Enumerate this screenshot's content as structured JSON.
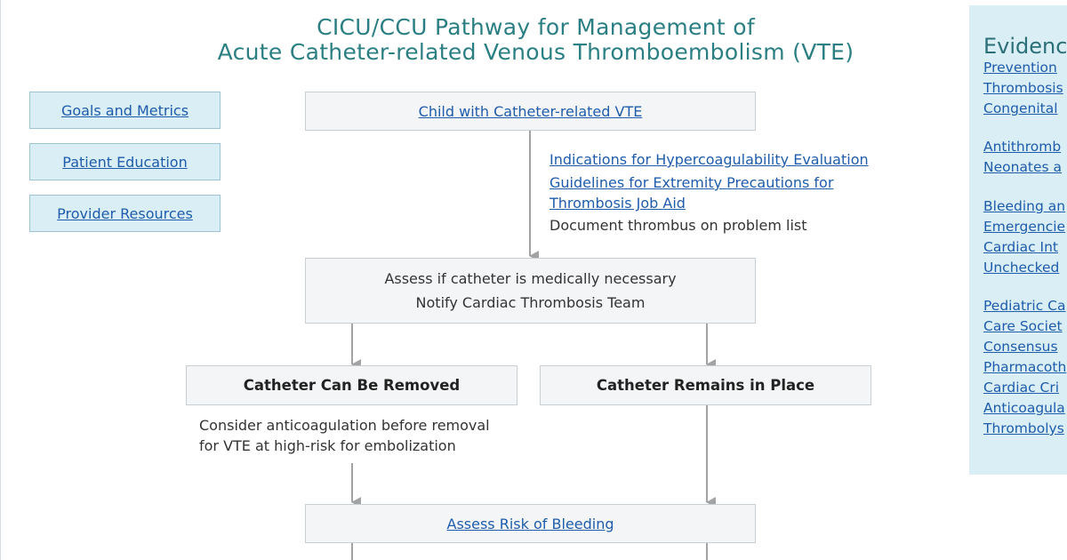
{
  "title": {
    "line1": "CICU/CCU Pathway for Management of",
    "line2": "Acute Catheter-related Venous Thromboembolism (VTE)"
  },
  "sidebar": {
    "items": [
      {
        "label": "Goals and Metrics"
      },
      {
        "label": "Patient Education"
      },
      {
        "label": "Provider Resources"
      }
    ]
  },
  "flow": {
    "start": "Child with Catheter-related VTE",
    "notes": {
      "link1": "Indications for Hypercoagulability Evaluation",
      "link2_line1": "Guidelines for Extremity Precautions for",
      "link2_line2": "Thrombosis Job Aid",
      "text": "Document thrombus on problem list"
    },
    "assess": {
      "line1": "Assess if catheter is medically necessary",
      "line2": "Notify Cardiac Thrombosis Team"
    },
    "removed": "Catheter Can Be Removed",
    "in_place": "Catheter Remains in Place",
    "removed_note": {
      "line1": "Consider anticoagulation before removal",
      "line2": "for VTE at high-risk for embolization"
    },
    "bleeding": "Assess Risk of Bleeding"
  },
  "evidence": {
    "title": "Evidenc",
    "groups": [
      [
        "Prevention",
        "Thrombosis",
        "Congenital"
      ],
      [
        "Antithromb",
        "Neonates a"
      ],
      [
        "Bleeding an",
        "Emergencie",
        "Cardiac Int",
        "Unchecked"
      ],
      [
        "Pediatric Ca",
        "Care Societ",
        "Consensus",
        "Pharmacoth",
        "Cardiac Cri",
        "Anticoagula",
        "Thrombolys"
      ]
    ]
  },
  "colors": {
    "title": "#2b7f83",
    "link": "#1f5cab",
    "button_bg": "#d9eef5",
    "box_bg": "#f3f5f6",
    "arrow": "#a3a3a3"
  }
}
